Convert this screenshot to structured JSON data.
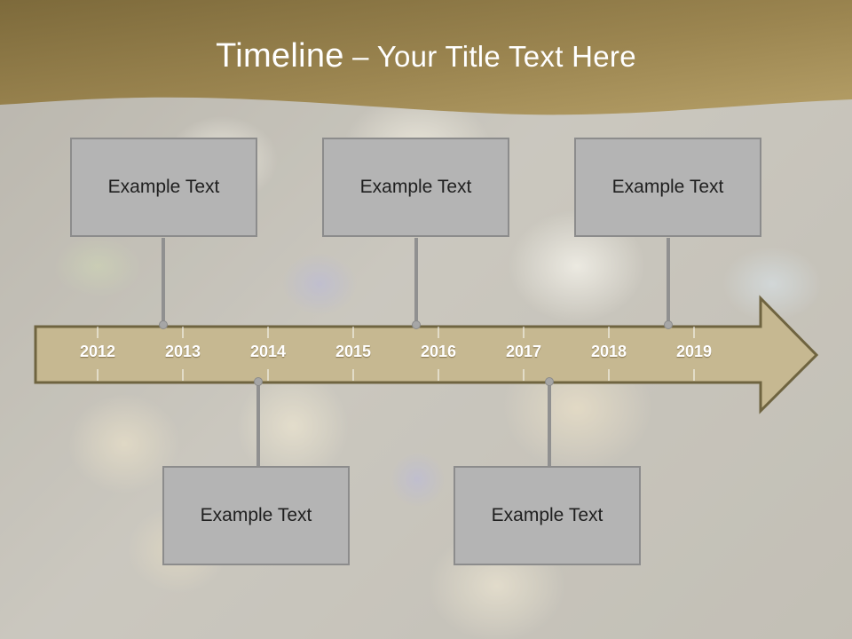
{
  "slide": {
    "title_lead": "Timeline",
    "title_rest": " – Your Title Text Here"
  },
  "timeline": {
    "years": [
      "2012",
      "2013",
      "2014",
      "2015",
      "2016",
      "2017",
      "2018",
      "2019"
    ]
  },
  "callouts": {
    "top": [
      "Example Text",
      "Example Text",
      "Example Text"
    ],
    "bottom": [
      "Example Text",
      "Example Text"
    ]
  },
  "colors": {
    "header_band": "#8d7a45",
    "arrow_fill": "#c6b891",
    "arrow_stroke": "#6f6440",
    "box_fill": "#b4b4b4",
    "box_border": "#8c8c8c"
  }
}
